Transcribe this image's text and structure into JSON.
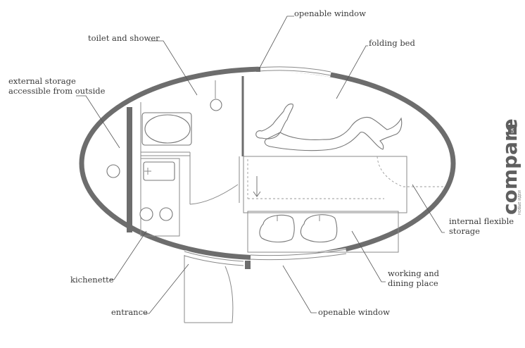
{
  "labels": {
    "openable_window_top": "openable window",
    "toilet_and_shower": "toilet and shower",
    "folding_bed": "folding bed",
    "external_storage_line1": "external storage",
    "external_storage_line2": "accessible from outside",
    "internal_storage_line1": "internal flexible",
    "internal_storage_line2": "storage",
    "kichenette": "kichenette",
    "working_line1": "working and",
    "working_line2": "dining place",
    "entrance": "entrance",
    "openable_window_bottom": "openable window"
  },
  "watermark": {
    "brand": "compare",
    "tld": "UA",
    "tagline": "НОВЫЕ ИДЕИ"
  }
}
